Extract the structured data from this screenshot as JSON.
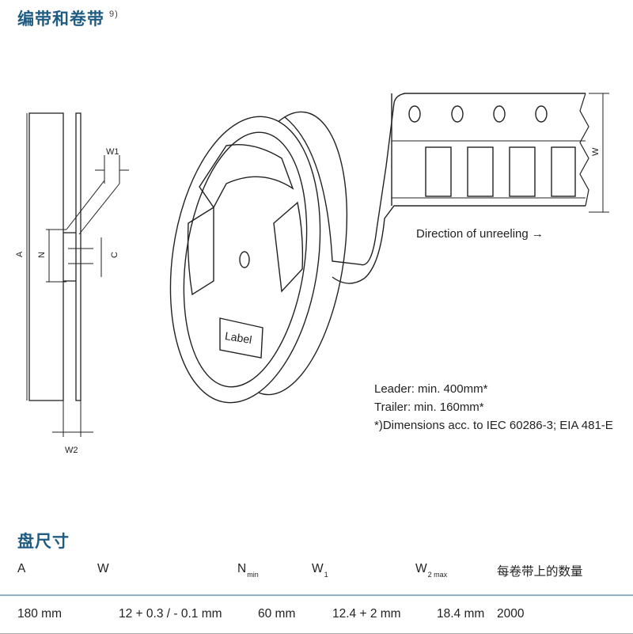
{
  "header": {
    "title": "编带和卷带",
    "footnote": "9)"
  },
  "diagram": {
    "labels": {
      "w1": "W1",
      "a": "A",
      "n": "N",
      "c": "C",
      "w2": "W2",
      "w": "W",
      "label": "Label"
    },
    "direction_text": "Direction of unreeling →",
    "notes": [
      "Leader: min. 400mm*",
      "Trailer:  min. 160mm*",
      "*)Dimensions acc. to IEC 60286-3; EIA 481-E"
    ]
  },
  "table": {
    "title": "盘尺寸",
    "headers": [
      {
        "main": "A",
        "sub": ""
      },
      {
        "main": "W",
        "sub": ""
      },
      {
        "main": "N",
        "sub": "min"
      },
      {
        "main": "W",
        "sub": "1"
      },
      {
        "main": "W",
        "sub": "2 max"
      },
      {
        "main": "每卷带上的数量",
        "sub": ""
      }
    ],
    "rows": [
      [
        "180 mm",
        "12 + 0.3 / - 0.1 mm",
        "60 mm",
        "12.4 + 2 mm",
        "18.4 mm",
        "2000"
      ]
    ]
  }
}
